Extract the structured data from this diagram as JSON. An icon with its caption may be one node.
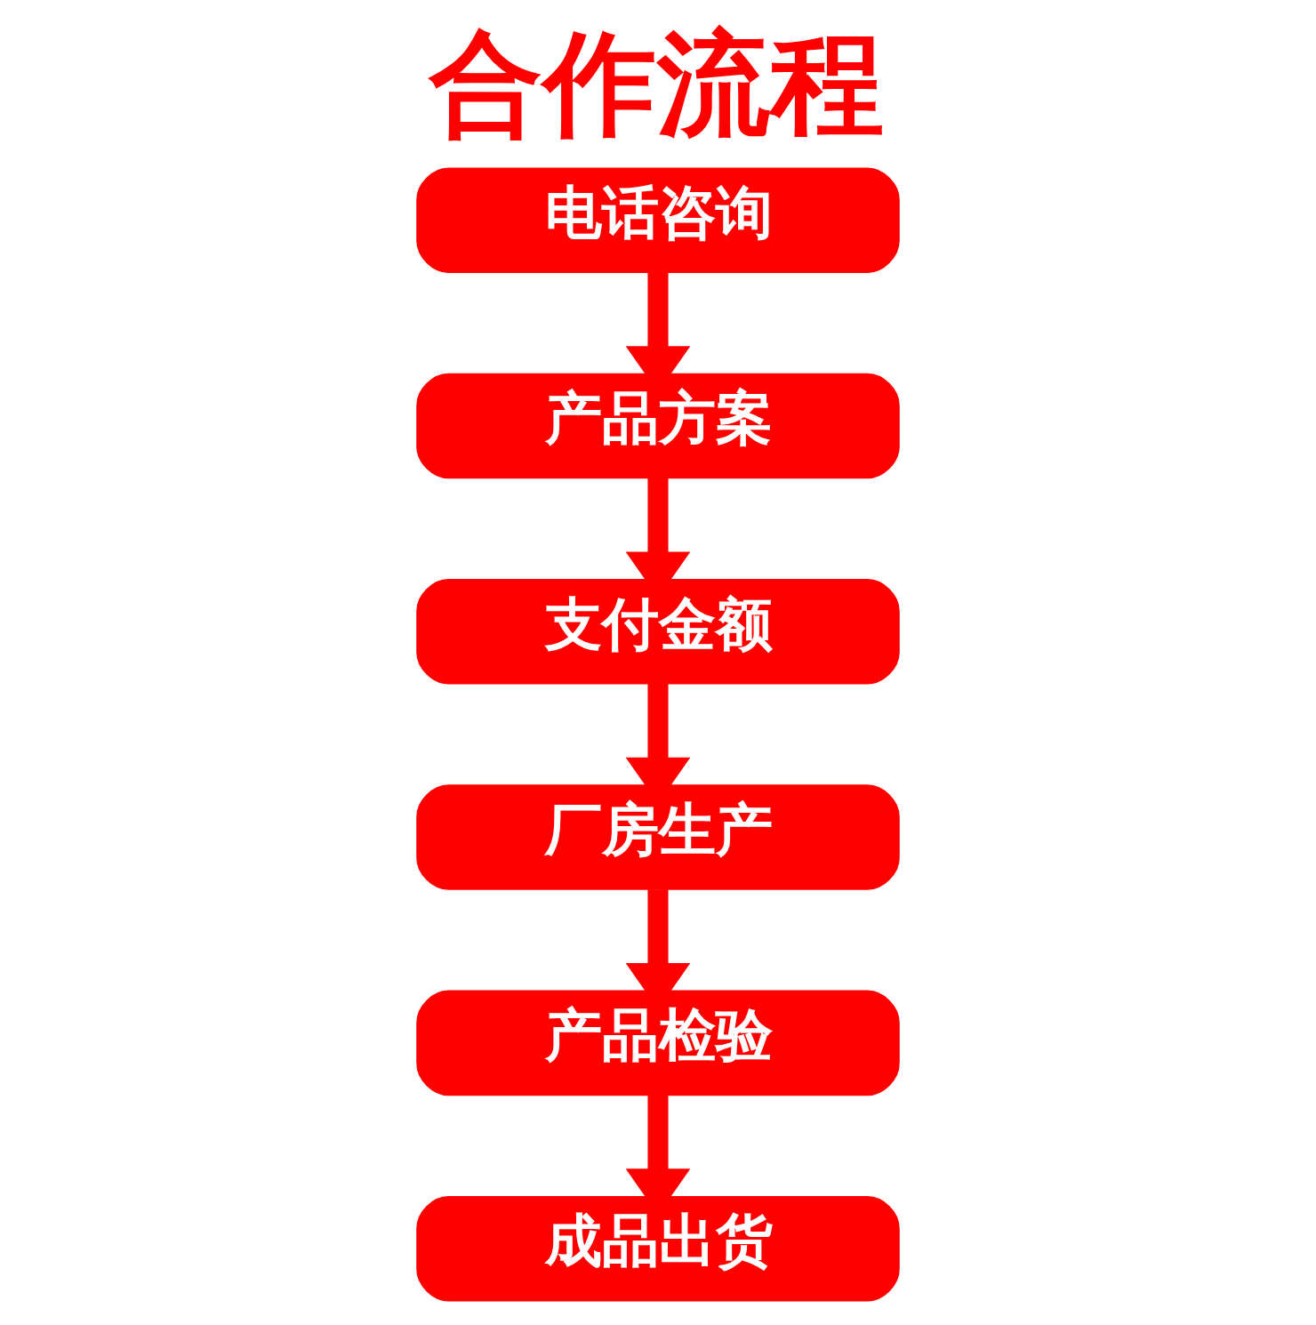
{
  "diagram": {
    "title": "合作流程",
    "nodes": [
      {
        "text": [
          "电话咨询"
        ]
      },
      {
        "text": [
          "产品方案"
        ]
      },
      {
        "text": [
          "支付金额"
        ]
      },
      {
        "text": [
          "厂房生产"
        ]
      },
      {
        "text": [
          "产品检验"
        ]
      },
      {
        "text": [
          "成品出货"
        ]
      }
    ],
    "edges": [
      {
        "from": 0,
        "to": 1,
        "arrow": "to"
      },
      {
        "from": 1,
        "to": 2,
        "arrow": "to"
      },
      {
        "from": 2,
        "to": 3,
        "arrow": "to"
      },
      {
        "from": 3,
        "to": 4,
        "arrow": "to"
      },
      {
        "from": 4,
        "to": 5,
        "arrow": "to"
      }
    ]
  }
}
